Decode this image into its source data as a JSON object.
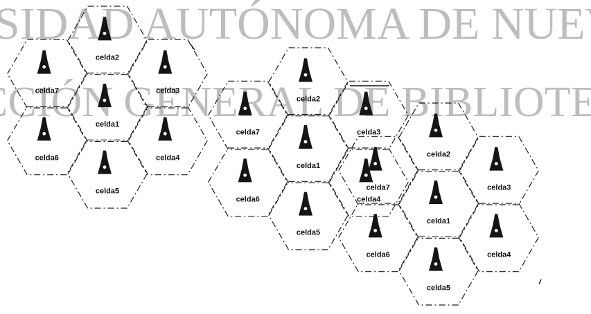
{
  "watermark": {
    "line1": "SIDAD AUTÓNOMA DE NUEVO L",
    "line2": "CCIÓN GENERAL DE BIBLIOTECAS"
  },
  "clusters": [
    {
      "cells": [
        {
          "label": "celda2"
        },
        {
          "label": "celda7"
        },
        {
          "label": "celda3"
        },
        {
          "label": "celda1"
        },
        {
          "label": "celda6"
        },
        {
          "label": "celda4"
        },
        {
          "label": "celda5"
        }
      ]
    },
    {
      "cells": [
        {
          "label": "celda2"
        },
        {
          "label": "celda7"
        },
        {
          "label": "celda3"
        },
        {
          "label": "celda1"
        },
        {
          "label": "celda6"
        },
        {
          "label": "celda4"
        },
        {
          "label": "celda5"
        }
      ]
    },
    {
      "cells": [
        {
          "label": "celda2"
        },
        {
          "label": "celda7"
        },
        {
          "label": "celda3"
        },
        {
          "label": "celda1"
        },
        {
          "label": "celda6"
        },
        {
          "label": "celda4"
        },
        {
          "label": "celda5"
        }
      ]
    }
  ]
}
